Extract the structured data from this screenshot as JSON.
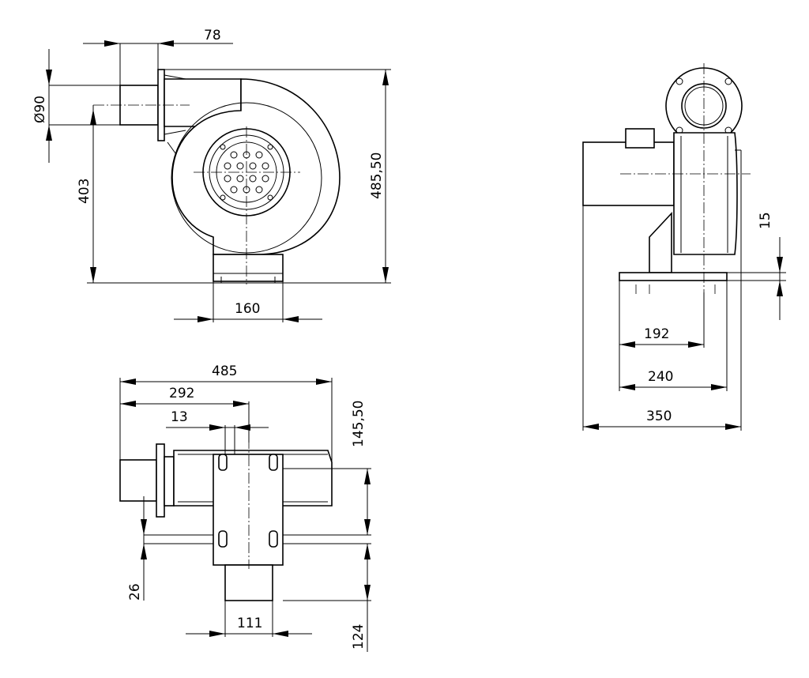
{
  "dimensions": {
    "front": {
      "flange_offset": "78",
      "inlet_diameter": "Ø90",
      "center_height": "403",
      "overall_height": "485,50",
      "base_width": "160"
    },
    "top": {
      "overall_length": "485",
      "length_to_center": "292",
      "slot_width": "13",
      "depth_to_slot": "145,50",
      "flange_gap": "26",
      "outlet_depth": "124",
      "outlet_width": "111"
    },
    "side": {
      "offset_15": "15",
      "width_192": "192",
      "width_240": "240",
      "width_350": "350"
    }
  }
}
